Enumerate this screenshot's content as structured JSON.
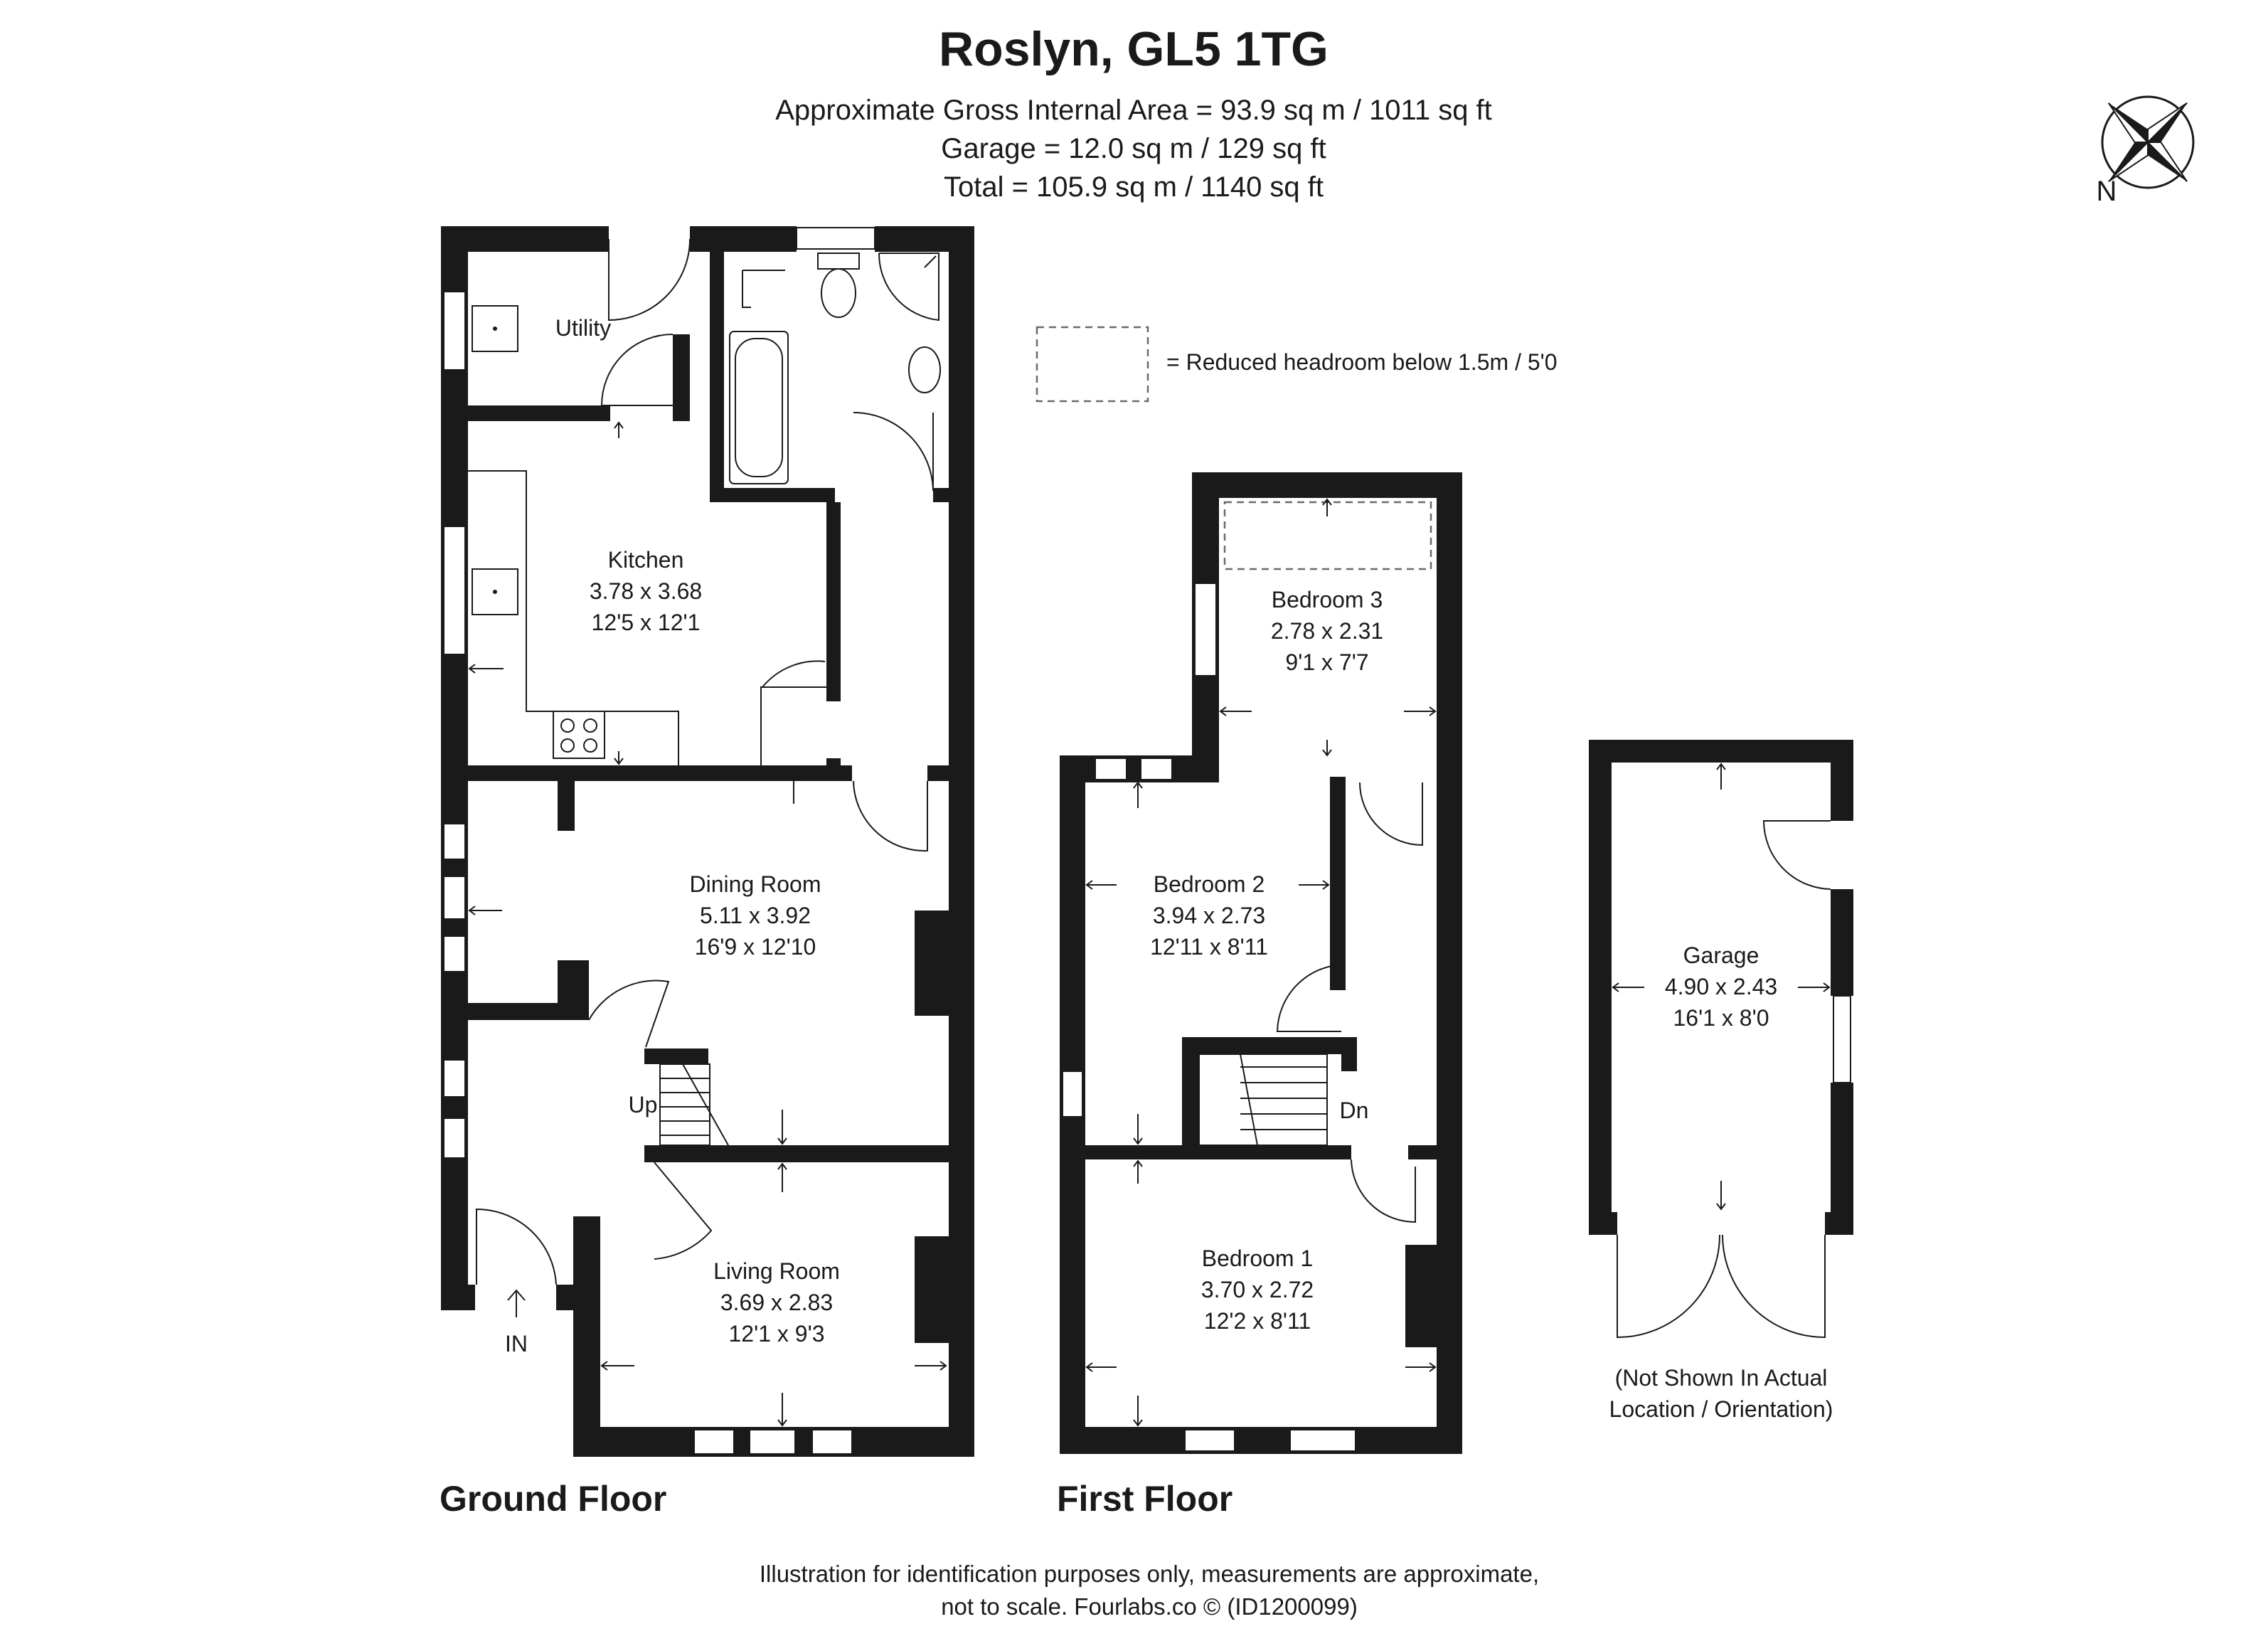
{
  "header": {
    "title": "Roslyn, GL5 1TG",
    "area_line": "Approximate Gross Internal Area = 93.9 sq m / 1011 sq ft",
    "garage_line": "Garage = 12.0 sq m / 129 sq ft",
    "total_line": "Total = 105.9 sq m / 1140 sq ft"
  },
  "compass": {
    "label": "N",
    "icon": "compass-rose-icon"
  },
  "legend": {
    "text": "= Reduced headroom below 1.5m / 5'0",
    "icon": "dashed-box-icon"
  },
  "ground_floor": {
    "label": "Ground Floor",
    "rooms": {
      "utility": {
        "name": "Utility"
      },
      "kitchen": {
        "name": "Kitchen",
        "metric": "3.78 x 3.68",
        "imperial": "12'5 x 12'1"
      },
      "dining": {
        "name": "Dining Room",
        "metric": "5.11 x 3.92",
        "imperial": "16'9 x 12'10"
      },
      "living": {
        "name": "Living Room",
        "metric": "3.69 x 2.83",
        "imperial": "12'1 x 9'3"
      }
    },
    "stairs_label": "Up",
    "entrance_label": "IN"
  },
  "first_floor": {
    "label": "First Floor",
    "rooms": {
      "bedroom3": {
        "name": "Bedroom 3",
        "metric": "2.78 x 2.31",
        "imperial": "9'1 x 7'7"
      },
      "bedroom2": {
        "name": "Bedroom 2",
        "metric": "3.94 x 2.73",
        "imperial": "12'11 x 8'11"
      },
      "bedroom1": {
        "name": "Bedroom 1",
        "metric": "3.70 x 2.72",
        "imperial": "12'2 x 8'11"
      }
    },
    "stairs_label": "Dn"
  },
  "garage": {
    "name": "Garage",
    "metric": "4.90 x 2.43",
    "imperial": "16'1 x 8'0",
    "note_line1": "(Not Shown In Actual",
    "note_line2": "Location / Orientation)"
  },
  "footer": {
    "line1": "Illustration for identification purposes only, measurements are approximate,",
    "line2": "not to scale. Fourlabs.co © (ID1200099)"
  }
}
